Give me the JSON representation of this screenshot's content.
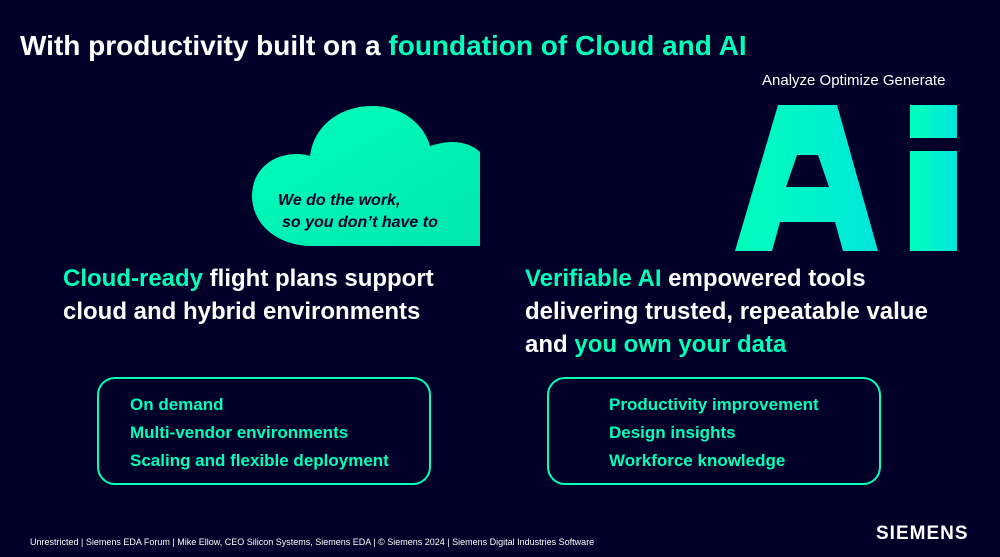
{
  "title": {
    "part1": "With productivity built on a ",
    "part2": "foundation of Cloud and AI"
  },
  "cloud": {
    "line1": "We do the work,",
    "line2": "so you don’t have to"
  },
  "ai_graphic": {
    "tagline": "Analyze Optimize Generate"
  },
  "left": {
    "headline_accent": "Cloud-ready",
    "headline_rest1": " flight plans support",
    "headline_line2": "cloud and hybrid environments",
    "items": [
      "On demand",
      "Multi-vendor environments",
      "Scaling and flexible deployment"
    ]
  },
  "right": {
    "headline_accent1": "Verifiable AI",
    "headline_rest1": " empowered tools",
    "headline_line2": "delivering trusted, repeatable value",
    "headline_line3_start": "and ",
    "headline_accent2": "you own your data",
    "items": [
      "Productivity improvement",
      "Design insights",
      "Workforce knowledge"
    ]
  },
  "footer": {
    "text": "Unrestricted | Siemens EDA Forum | Mike Ellow, CEO Silicon Systems, Siemens EDA | © Siemens 2024 | Siemens Digital Industries Software",
    "brand": "SIEMENS"
  },
  "colors": {
    "background": "#000028",
    "accent": "#00ffb9",
    "text": "#ffffff"
  },
  "icons": [
    "cloud-icon",
    "ai-logo-icon"
  ]
}
